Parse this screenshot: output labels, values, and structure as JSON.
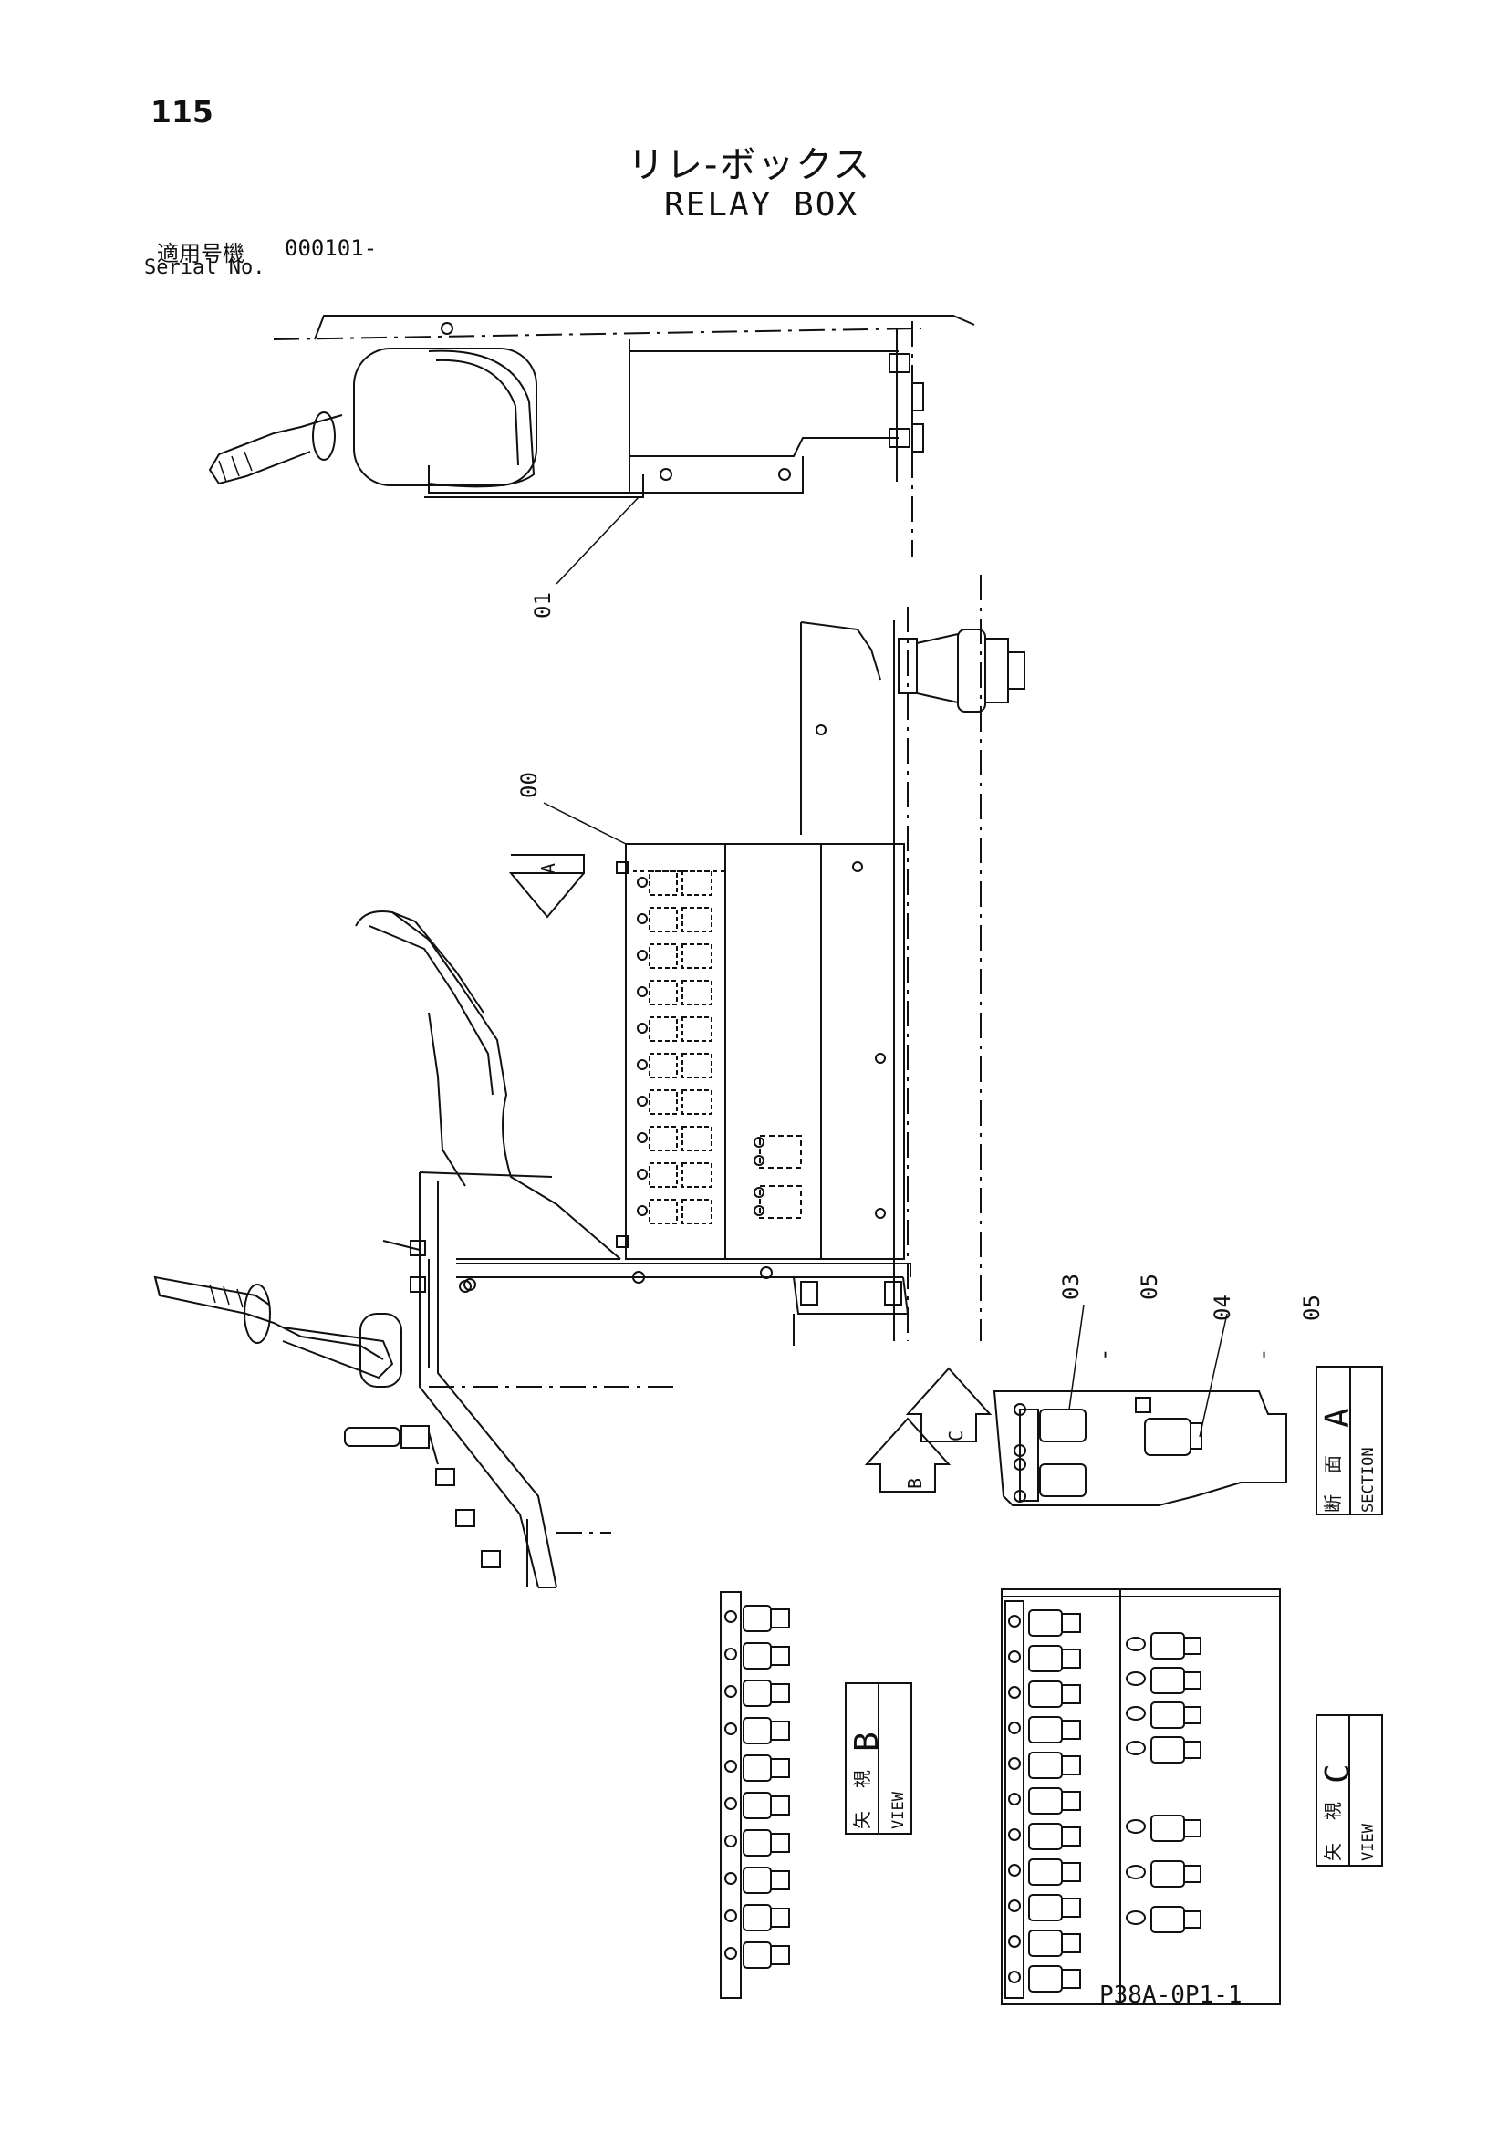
{
  "page_number": "115",
  "title_jp": "リレ-ボックス",
  "title_en": "RELAY BOX",
  "serial": {
    "label_jp": "適用号機",
    "value": "000101-",
    "label_en": "Serial No."
  },
  "callouts": {
    "c00": "00",
    "c01": "01",
    "c03": "03",
    "c03_suffix": "05",
    "c04": "04",
    "c04_suffix": "05",
    "dash": "-"
  },
  "view_arrows": {
    "a": "A",
    "b": "B",
    "c": "C"
  },
  "views": {
    "section_a": {
      "jp1": "断",
      "jp2": "面",
      "en": "SECTION",
      "letter": "A"
    },
    "view_b": {
      "jp1": "矢",
      "jp2": "視",
      "en": "VIEW",
      "letter": "B"
    },
    "view_c": {
      "jp1": "矢",
      "jp2": "視",
      "en": "VIEW",
      "letter": "C"
    }
  },
  "drawing_number": "P38A-0P1-1"
}
